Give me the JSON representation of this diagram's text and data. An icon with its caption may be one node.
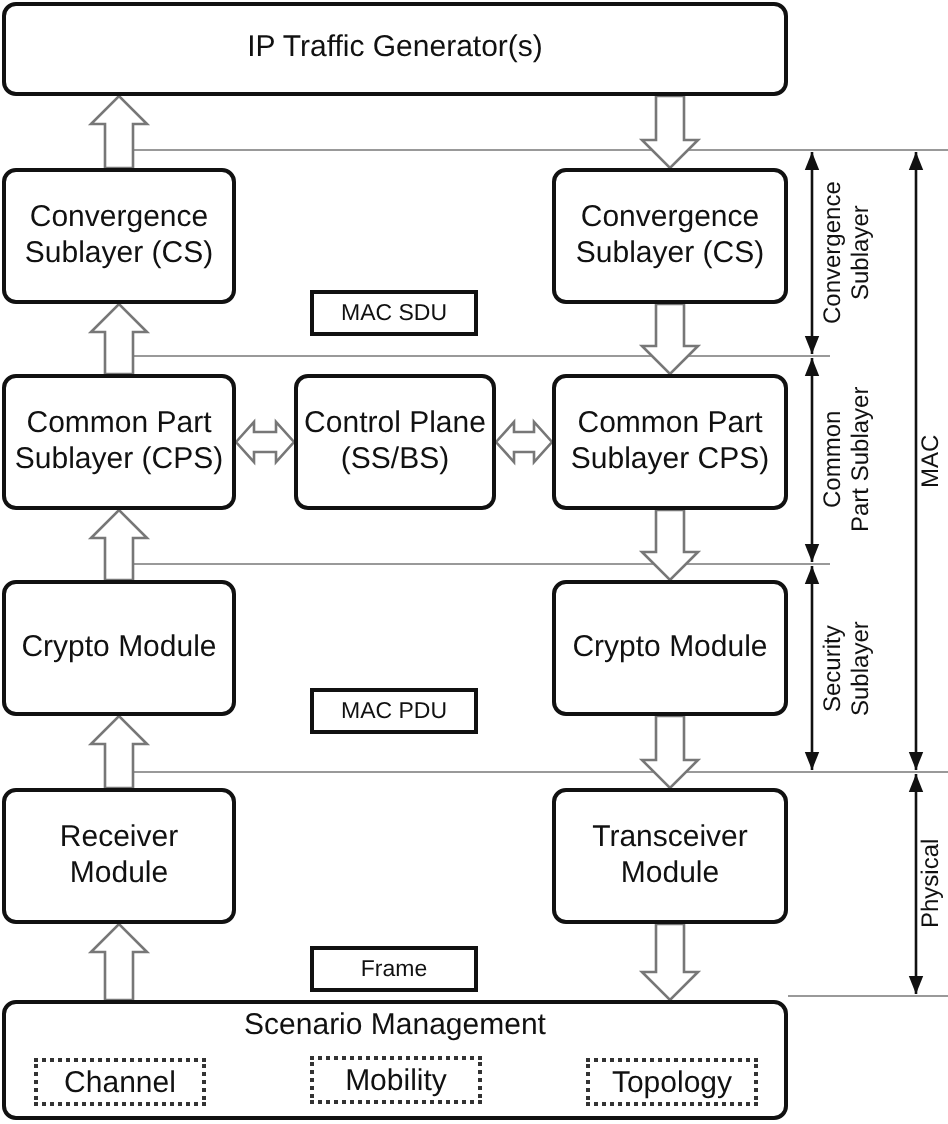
{
  "diagram": {
    "nodes": [
      {
        "text": [
          "IP Traffic Generator(s)"
        ]
      },
      {
        "text": [
          "Convergence Sublayer (CS)"
        ]
      },
      {
        "text": [
          "Convergence Sublayer (CS)"
        ]
      },
      {
        "text": [
          "MAC SDU"
        ]
      },
      {
        "text": [
          "Common Part Sublayer (CPS)"
        ]
      },
      {
        "text": [
          "Control Plane (SS/BS)"
        ]
      },
      {
        "text": [
          "Common Part Sublayer CPS)"
        ]
      },
      {
        "text": [
          "Crypto Module"
        ]
      },
      {
        "text": [
          "Crypto Module"
        ]
      },
      {
        "text": [
          "MAC PDU"
        ]
      },
      {
        "text": [
          "Receiver Module"
        ]
      },
      {
        "text": [
          "Transceiver Module"
        ]
      },
      {
        "text": [
          "Frame"
        ]
      },
      {
        "text": [
          "Scenario Management"
        ]
      },
      {
        "text": [
          "Channel"
        ],
        "in": 13
      },
      {
        "text": [
          "Mobility"
        ],
        "in": 13
      },
      {
        "text": [
          "Topology"
        ],
        "in": 13
      }
    ],
    "edges": [
      {
        "from": 1,
        "to": 0,
        "arrow": "to"
      },
      {
        "from": 0,
        "to": 2,
        "arrow": "to"
      },
      {
        "from": 4,
        "to": 1,
        "arrow": "to"
      },
      {
        "from": 2,
        "to": 6,
        "arrow": "to"
      },
      {
        "from": 4,
        "to": 5,
        "arrow": "both"
      },
      {
        "from": 5,
        "to": 6,
        "arrow": "both"
      },
      {
        "from": 7,
        "to": 4,
        "arrow": "to"
      },
      {
        "from": 6,
        "to": 8,
        "arrow": "to"
      },
      {
        "from": 10,
        "to": 7,
        "arrow": "to"
      },
      {
        "from": 8,
        "to": 11,
        "arrow": "to"
      },
      {
        "from": 13,
        "to": 10,
        "arrow": "to"
      },
      {
        "from": 11,
        "to": 13,
        "arrow": "to"
      }
    ],
    "labels": [
      "Convergence Sublayer",
      "Common Part Sublayer",
      "Security Sublayer",
      "MAC",
      "Physical"
    ]
  }
}
